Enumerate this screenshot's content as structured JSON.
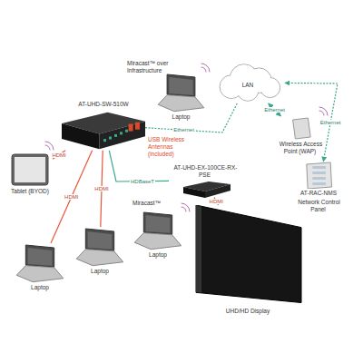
{
  "diagram": {
    "nodes": [
      {
        "text": [
          "AT-UHD-SW-510W"
        ]
      },
      {
        "text": [
          "Laptop"
        ]
      },
      {
        "text": [
          "LAN"
        ]
      },
      {
        "text": [
          "Wireless Access Point (WAP)"
        ]
      },
      {
        "text": [
          "AT-RAC-NMS",
          "Network Control Panel"
        ]
      },
      {
        "text": [
          "AT-UHD-EX-100CE-RX-PSE"
        ]
      },
      {
        "text": [
          "Tablet (BYOD)"
        ]
      },
      {
        "text": [
          "Laptop"
        ]
      },
      {
        "text": [
          "Laptop"
        ]
      },
      {
        "text": [
          "Laptop"
        ]
      },
      {
        "text": [
          "UHD/HD Display"
        ]
      }
    ],
    "edges": [
      {
        "from": 0,
        "to": 2,
        "label": "Ethernet",
        "arrow": "none"
      },
      {
        "from": 2,
        "to": 3,
        "label": "Ethernet",
        "arrow": "both"
      },
      {
        "from": 2,
        "to": 4,
        "label": "Ethernet",
        "arrow": "both"
      },
      {
        "from": 0,
        "to": 5,
        "label": "HDBaseT",
        "arrow": "none"
      },
      {
        "from": 5,
        "to": 10,
        "label": "HDMI",
        "arrow": "none"
      },
      {
        "from": 0,
        "to": 6,
        "label": "HDMI",
        "arrow": "none"
      },
      {
        "from": 0,
        "to": 7,
        "label": "HDMI",
        "arrow": "none"
      },
      {
        "from": 0,
        "to": 8,
        "label": "HDMI",
        "arrow": "none"
      }
    ],
    "labels": [
      "Miracast™ over Infrastructure",
      "USB Wireless Antennas (included)",
      "Miracast™"
    ]
  }
}
